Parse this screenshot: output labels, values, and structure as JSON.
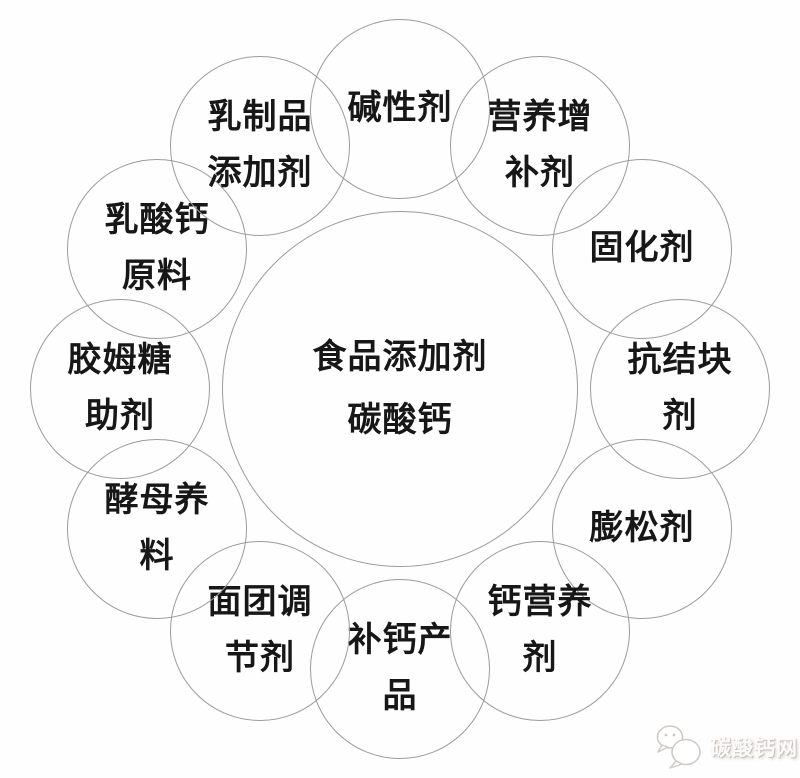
{
  "colors": {
    "background": "#fefefe",
    "circle_stroke": "#9b9b9b",
    "text": "#171717",
    "watermark_shadow": "#c7c2be"
  },
  "center_bubble": {
    "lines": [
      "食品添加剂",
      "碳酸钙"
    ]
  },
  "bubbles": [
    {
      "id": "alkaline-agent",
      "lines": [
        "碱性剂"
      ]
    },
    {
      "id": "nutrient-supplement",
      "lines": [
        "营养增",
        "补剂"
      ]
    },
    {
      "id": "curing-agent",
      "lines": [
        "固化剂"
      ]
    },
    {
      "id": "anticaking-agent",
      "lines": [
        "抗结块",
        "剂"
      ]
    },
    {
      "id": "leavening-agent",
      "lines": [
        "膨松剂"
      ]
    },
    {
      "id": "calcium-nutrient-agent",
      "lines": [
        "钙营养",
        "剂"
      ]
    },
    {
      "id": "calcium-supplement-product",
      "lines": [
        "补钙产",
        "品"
      ]
    },
    {
      "id": "dough-conditioner",
      "lines": [
        "面团调",
        "节剂"
      ]
    },
    {
      "id": "yeast-nutrient",
      "lines": [
        "酵母养",
        "料"
      ]
    },
    {
      "id": "chewing-gum-auxiliary",
      "lines": [
        "胶姆糖",
        "助剂"
      ]
    },
    {
      "id": "calcium-lactate-raw-material",
      "lines": [
        "乳酸钙",
        "原料"
      ]
    },
    {
      "id": "dairy-product-additive",
      "lines": [
        "乳制品",
        "添加剂"
      ]
    }
  ],
  "watermark": {
    "text": "碳酸钙网",
    "icon": "chat-bubbles-icon"
  }
}
